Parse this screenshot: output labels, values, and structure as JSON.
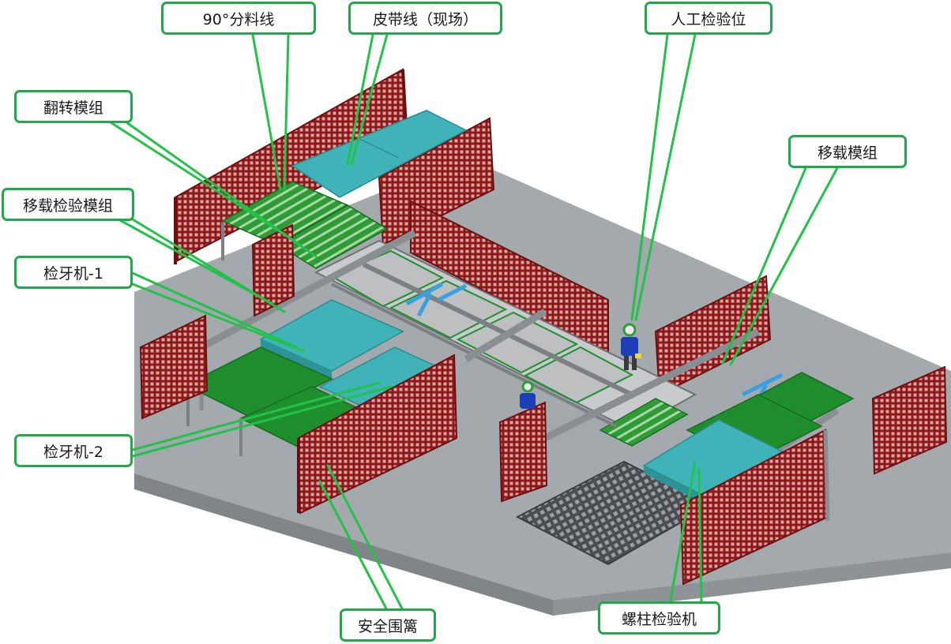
{
  "labels": {
    "sorting_line_90": "90°分料线",
    "belt_line_onsite": "皮带线（现场）",
    "manual_inspection": "人工检验位",
    "flip_module": "翻转模组",
    "transfer_module": "移载模组",
    "transfer_inspection_module": "移载检验模组",
    "thread_checker_1": "检牙机-1",
    "thread_checker_2": "检牙机-2",
    "safety_fence": "安全围篱",
    "stud_inspection_machine": "螺柱检验机"
  },
  "colors": {
    "callout_border": "#22a84a",
    "leader_line": "#22c24a",
    "fence": "#9b1b1b",
    "floor": "#a3a9ad",
    "belt_teal": "#3fb3b8",
    "conveyor_green": "#1f8f2e",
    "frame_gray": "#8a8e92"
  }
}
